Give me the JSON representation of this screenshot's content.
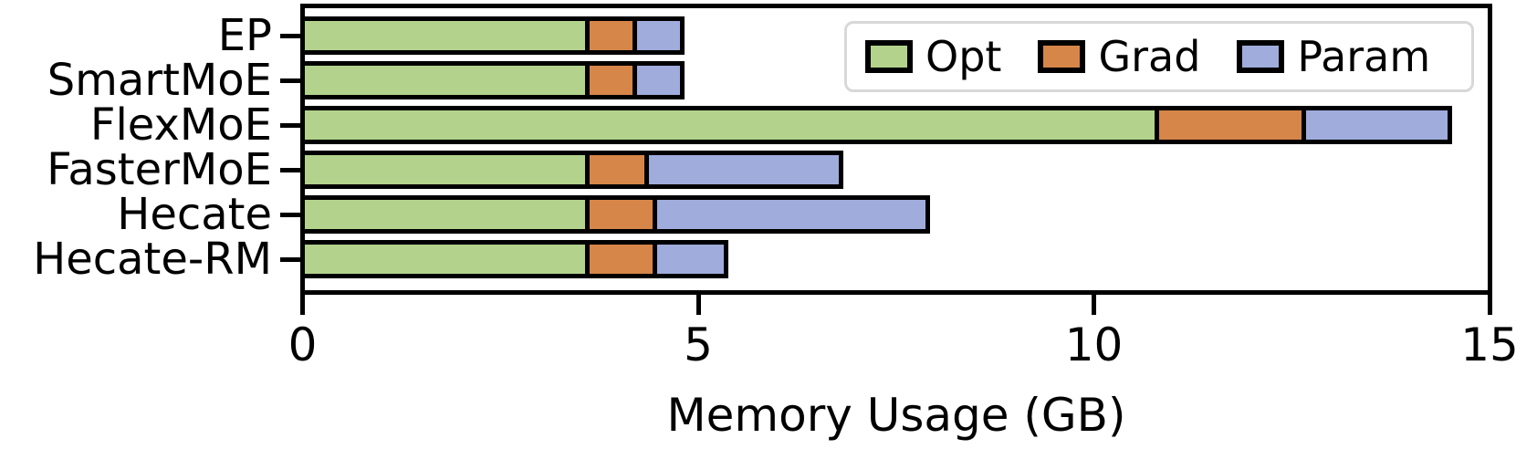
{
  "chart_data": {
    "type": "bar",
    "orientation": "horizontal",
    "stacked": true,
    "title": "",
    "xlabel": "Memory Usage (GB)",
    "ylabel": "",
    "xlim": [
      0,
      15
    ],
    "xticks": [
      "0",
      "5",
      "10",
      "15"
    ],
    "xtick_values": [
      0,
      5,
      10,
      15
    ],
    "grid": false,
    "categories": [
      "EP",
      "SmartMoE",
      "FlexMoE",
      "FasterMoE",
      "Hecate",
      "Hecate-RM"
    ],
    "series": [
      {
        "name": "Opt",
        "color": "#b3d38c",
        "values": [
          3.6,
          3.6,
          10.8,
          3.6,
          3.6,
          3.6
        ]
      },
      {
        "name": "Grad",
        "color": "#d68649",
        "values": [
          0.6,
          0.6,
          1.85,
          0.75,
          0.85,
          0.85
        ]
      },
      {
        "name": "Param",
        "color": "#a0acdc",
        "values": [
          0.6,
          0.6,
          1.85,
          2.45,
          3.45,
          0.9
        ]
      }
    ],
    "totals": [
      4.8,
      4.8,
      14.5,
      6.8,
      7.9,
      5.35
    ],
    "legend": {
      "position": "upper right",
      "entries": [
        "Opt",
        "Grad",
        "Param"
      ]
    },
    "colors": {
      "bar_edge": "#000000",
      "legend_border": "#d8d8d8",
      "background": "#ffffff"
    }
  }
}
